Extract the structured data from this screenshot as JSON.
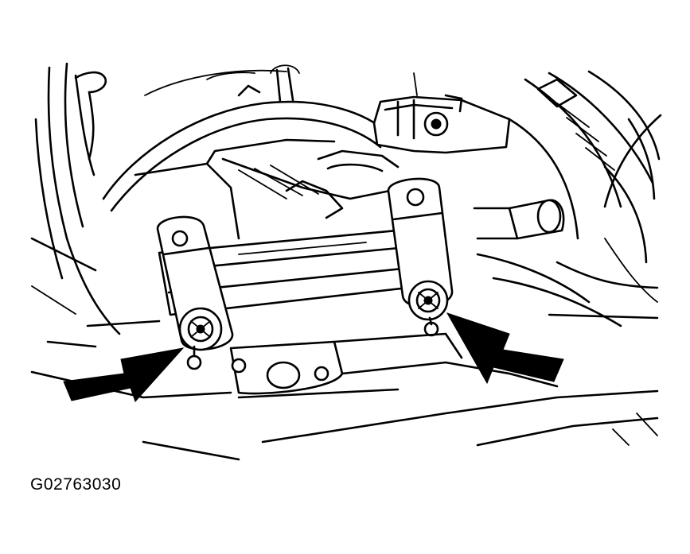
{
  "figure": {
    "id_label": "G02763030",
    "callout_arrows": [
      {
        "name": "left-bolt-arrow",
        "direction": "points-up-right"
      },
      {
        "name": "right-bolt-arrow",
        "direction": "points-up-left"
      }
    ],
    "colors": {
      "line": "#000000",
      "background": "#ffffff"
    }
  }
}
